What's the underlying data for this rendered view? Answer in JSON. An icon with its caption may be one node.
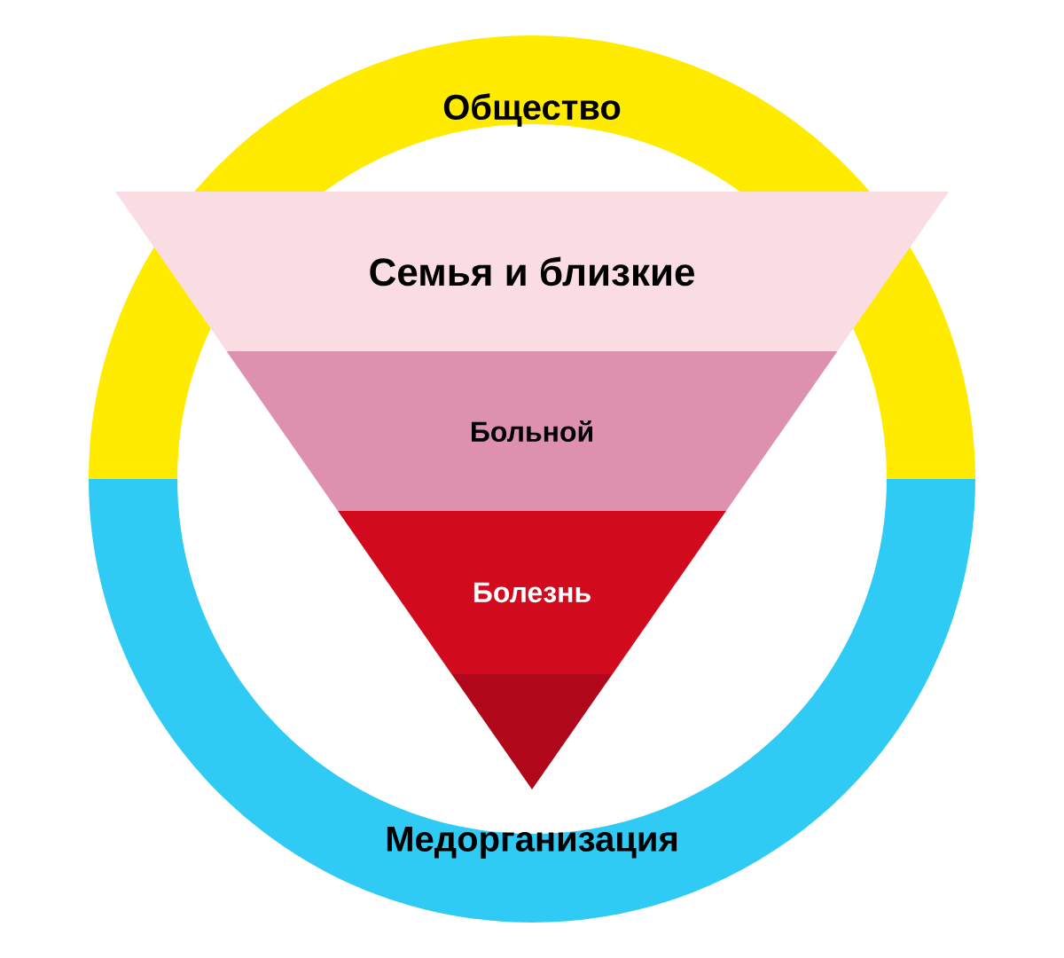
{
  "diagram": {
    "nodes": [
      {
        "text": [
          "Общество"
        ]
      },
      {
        "text": [
          "Семья и близкие"
        ]
      },
      {
        "text": [
          "Больной"
        ]
      },
      {
        "text": [
          "Болезнь"
        ]
      },
      {
        "text": [],
        "shape": "triangle"
      },
      {
        "text": [
          "Медорганизация"
        ]
      }
    ]
  }
}
